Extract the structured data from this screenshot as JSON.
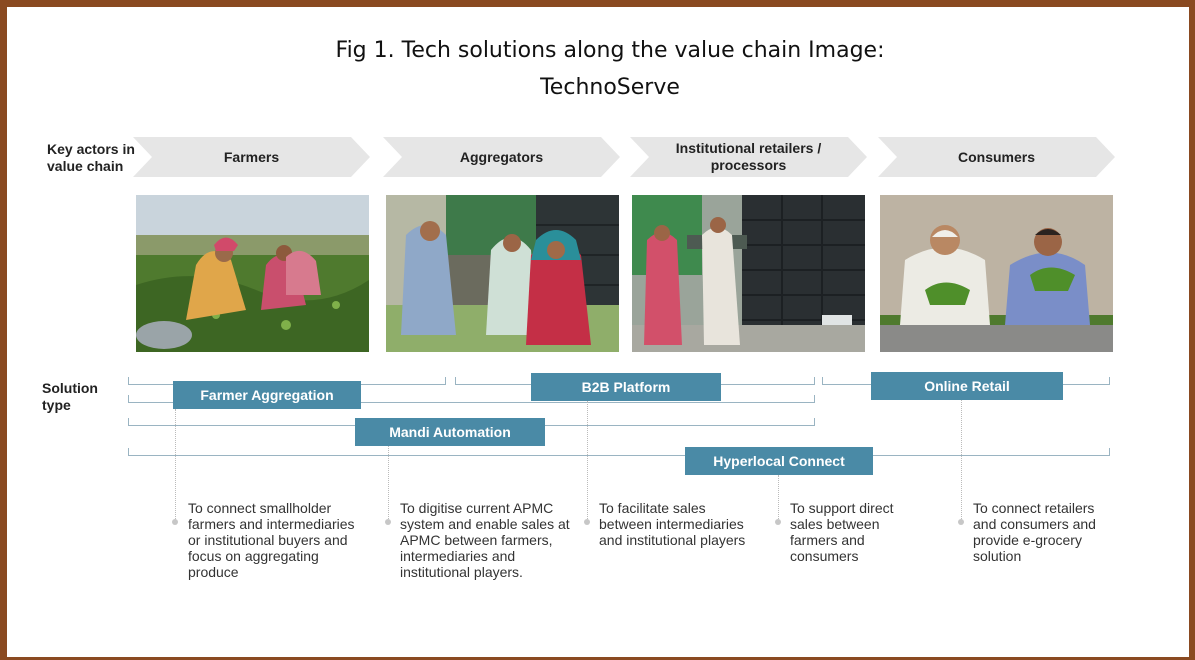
{
  "figure": {
    "title_line1": "Fig 1. Tech solutions along the value chain Image:",
    "title_line2": "TechnoServe"
  },
  "colors": {
    "frame": "#8a4a21",
    "pill": "#4a8aa6",
    "line": "#9ab4c2",
    "chevron": "#e6e6e6"
  },
  "labels": {
    "key_actors": "Key actors in value chain",
    "solution_type": "Solution type"
  },
  "actors": [
    {
      "label": "Farmers"
    },
    {
      "label": "Aggregators"
    },
    {
      "label": "Institutional retailers / processors"
    },
    {
      "label": "Consumers"
    }
  ],
  "solutions": [
    {
      "label": "Farmer Aggregation"
    },
    {
      "label": "B2B Platform"
    },
    {
      "label": "Online Retail"
    },
    {
      "label": "Mandi Automation"
    },
    {
      "label": "Hyperlocal Connect"
    }
  ],
  "descriptions": [
    "To connect smallholder farmers and intermediaries or institutional buyers and focus on aggregating produce",
    "To digitise current APMC system and enable sales at APMC between farmers, intermediaries and institutional players.",
    "To facilitate sales between intermediaries and institutional players",
    "To support direct sales between farmers and consumers",
    "To connect retailers and consumers and provide e-grocery solution"
  ],
  "photos": [
    {
      "icon": "farmers-photo"
    },
    {
      "icon": "aggregators-photo"
    },
    {
      "icon": "retailers-photo"
    },
    {
      "icon": "consumers-photo"
    }
  ]
}
